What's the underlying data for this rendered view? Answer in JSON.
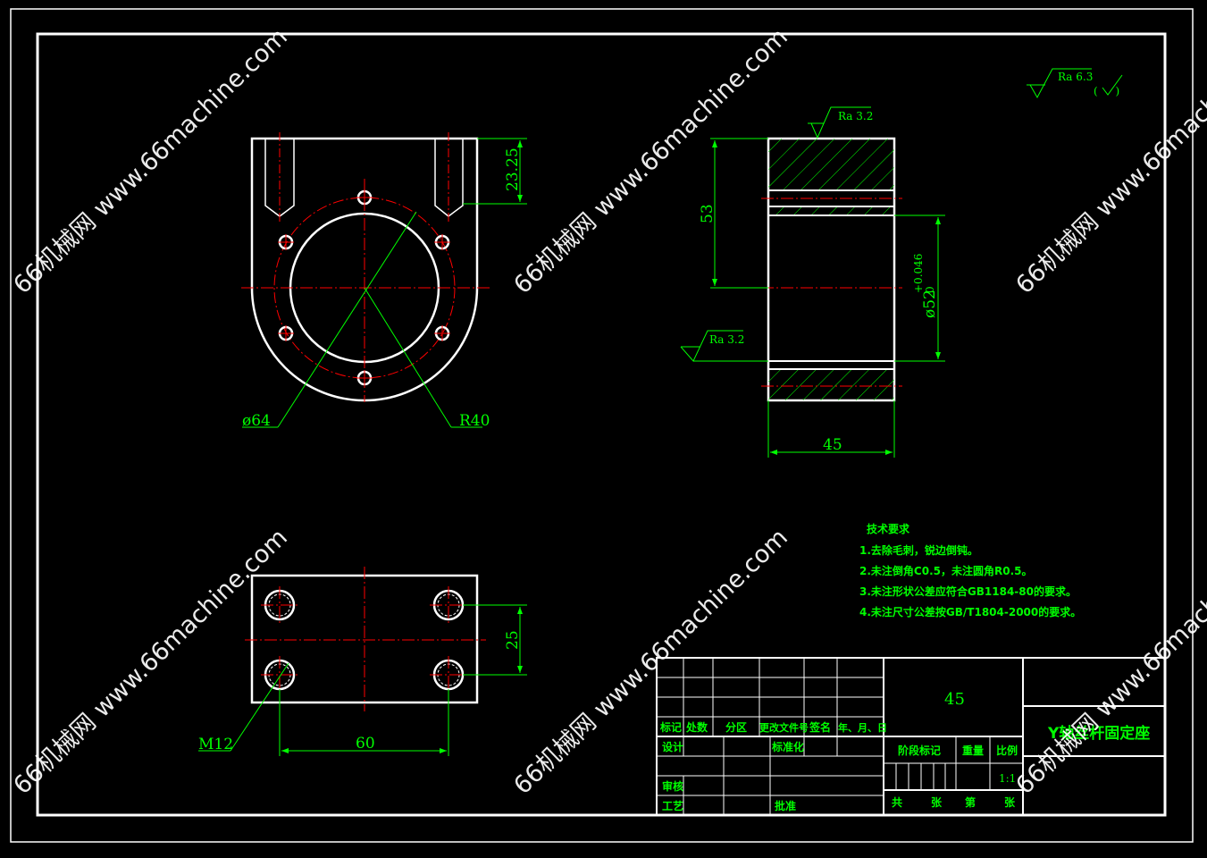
{
  "drawing": {
    "material": "45",
    "part_name": "Y轴丝杆固定座",
    "scale": "1:1"
  },
  "dimensions": {
    "front_depth": "23.25",
    "pcd": "ø64",
    "radius": "R40",
    "side_height": "53",
    "bore_dia": "ø52",
    "bore_tol_upper": "+0.046",
    "bore_tol_lower": "0",
    "side_width": "45",
    "bottom_spacing_y": "25",
    "bottom_spacing_x": "60",
    "thread": "M12"
  },
  "roughness": {
    "general": "Ra 6.3",
    "general_paren": "(  )",
    "top": "Ra 3.2",
    "side": "Ra 3.2"
  },
  "tech_requirements": {
    "title": "技术要求",
    "items": [
      "1.去除毛刺，锐边倒钝。",
      "2.未注倒角C0.5，未注圆角R0.5。",
      "3.未注形状公差应符合GB1184-80的要求。",
      "4.未注尺寸公差按GB/T1804-2000的要求。"
    ]
  },
  "title_block": {
    "mark": "标记",
    "count": "处数",
    "zone": "分区",
    "change_doc": "更改文件号",
    "signature": "签名",
    "date": "年、月、日",
    "design": "设计",
    "standardize": "标准化",
    "stage_mark": "阶段标记",
    "weight": "重量",
    "scale_label": "比例",
    "review": "审核",
    "process": "工艺",
    "approve": "批准",
    "total": "共",
    "sheets": "张",
    "number": "第",
    "sheet": "张"
  },
  "watermark": "66机械网 www.66machine.com",
  "colors": {
    "outline": "#ffffff",
    "dimension": "#00ff00",
    "center_line": "#ff0000",
    "background": "#000000"
  }
}
